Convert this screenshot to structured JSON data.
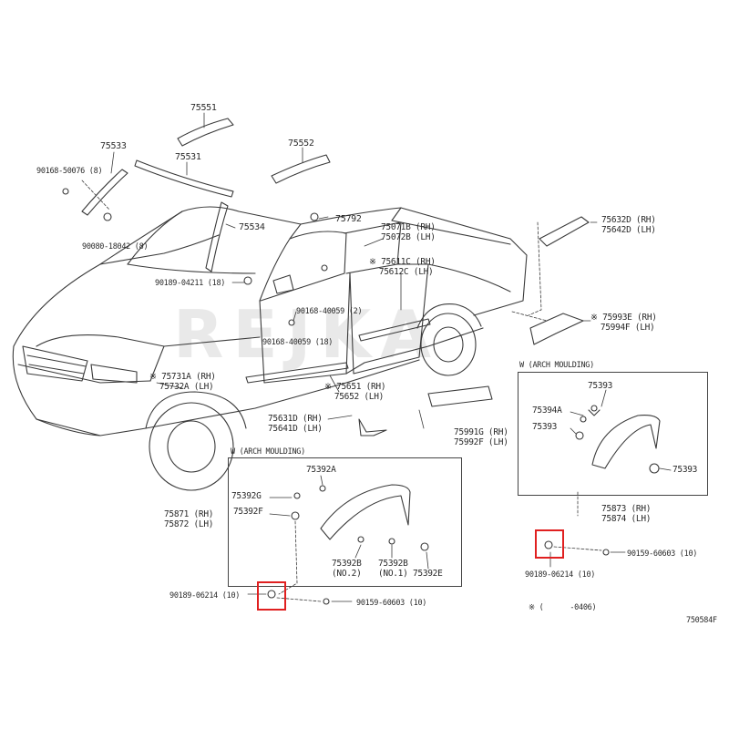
{
  "watermark": "REJKA",
  "parts": {
    "p75551": "75551",
    "p75533": "75533",
    "p75531": "75531",
    "p75552": "75552",
    "p90168_50076": "90168-50076 (8)",
    "p90080_18042": "90080-18042 (8)",
    "p75534": "75534",
    "p75792": "75792",
    "p75071_75072": "75071B (RH)\n75072B (LH)",
    "p75611_75612": "※ 75611C (RH)\n  75612C (LH)",
    "p90189_04211": "90189-04211 (18)",
    "p90168_40059a": "90168-40059 (2)",
    "p90168_40059b": "90168-40059 (18)",
    "p75632_75642": "75632D (RH)\n75642D (LH)",
    "p75993_75994": "※ 75993E (RH)\n  75994F (LH)",
    "p75731_75732": "※ 75731A (RH)\n  75732A (LH)",
    "p75651_75652": "※ 75651 (RH)\n  75652 (LH)",
    "p75631_75641": "75631D (RH)\n75641D (LH)",
    "p75991_75992": "75991G (RH)\n75992F (LH)"
  },
  "right_inset": {
    "title": "W (ARCH MOULDING)",
    "p75393a": "75393",
    "p75394a": "75394A",
    "p75393b": "75393",
    "p75393c": "75393",
    "p75873_75874": "75873 (RH)\n75874 (LH)",
    "p90189_06214": "90189-06214 (10)",
    "p90159_60603": "90159-60603 (10)"
  },
  "left_inset": {
    "title": "W (ARCH MOULDING)",
    "p75392a": "75392A",
    "p75392g": "75392G",
    "p75392f": "75392F",
    "p75871_75872": "75871 (RH)\n75872 (LH)",
    "p75392b_no2": "75392B\n(NO.2)",
    "p75392b_no1": "75392B\n(NO.1)",
    "p75392e": "75392E",
    "p90189_06214": "90189-06214 (10)",
    "p90159_60603": "90159-60603 (10)"
  },
  "footnote": "※ (      -0406)",
  "diagram_code": "750584F",
  "highlight_color": "#e02020"
}
